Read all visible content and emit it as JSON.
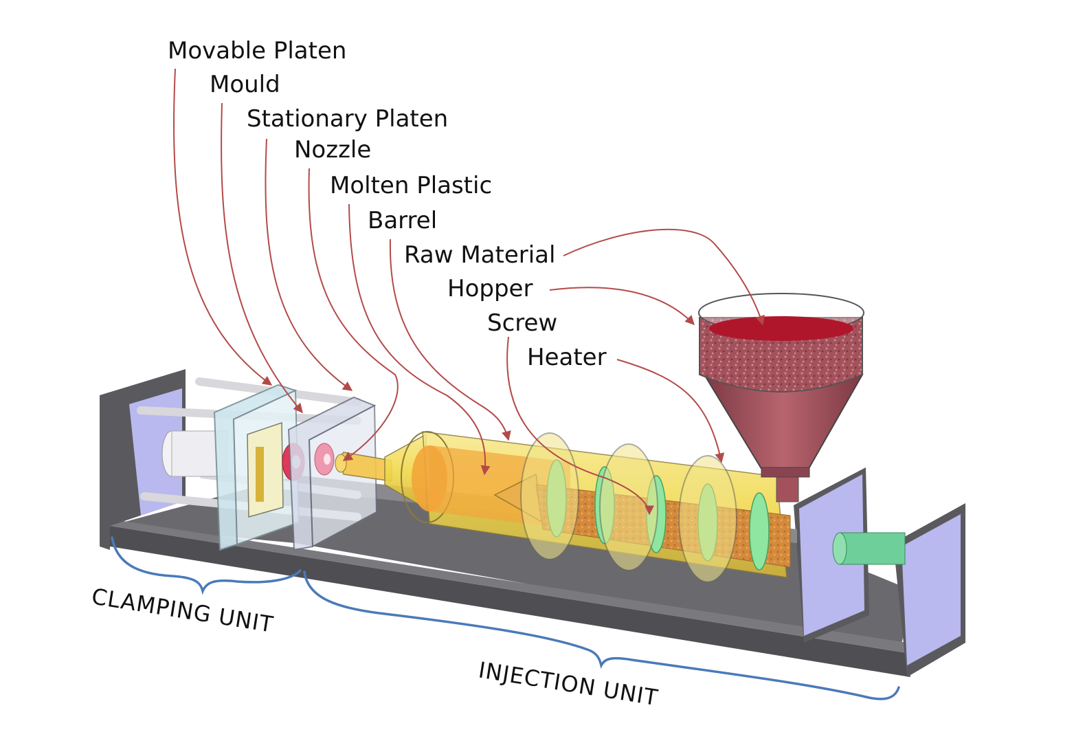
{
  "labels": {
    "movable_platen": "Movable Platen",
    "mould": "Mould",
    "stationary_platen": "Stationary Platen",
    "nozzle": "Nozzle",
    "molten_plastic": "Molten Plastic",
    "barrel": "Barrel",
    "raw_material": "Raw Material",
    "hopper": "Hopper",
    "screw": "Screw",
    "heater": "Heater"
  },
  "units": {
    "clamping": "CLAMPING UNIT",
    "injection": "INJECTION UNIT"
  },
  "colors": {
    "leader": "#b34a48",
    "brace": "#4a7ab8",
    "base": "#5a5a5e",
    "end_plate": "#b9b9ef",
    "barrel": "#f1d84a",
    "molten": "#f2a53a",
    "screw_flight": "#8fe6a0",
    "material": "#c98a4a",
    "hopper_fill": "#a3525c",
    "raw_top": "#b0162b",
    "platen": "#cfe6ee",
    "mould_part": "#e03a5a"
  }
}
